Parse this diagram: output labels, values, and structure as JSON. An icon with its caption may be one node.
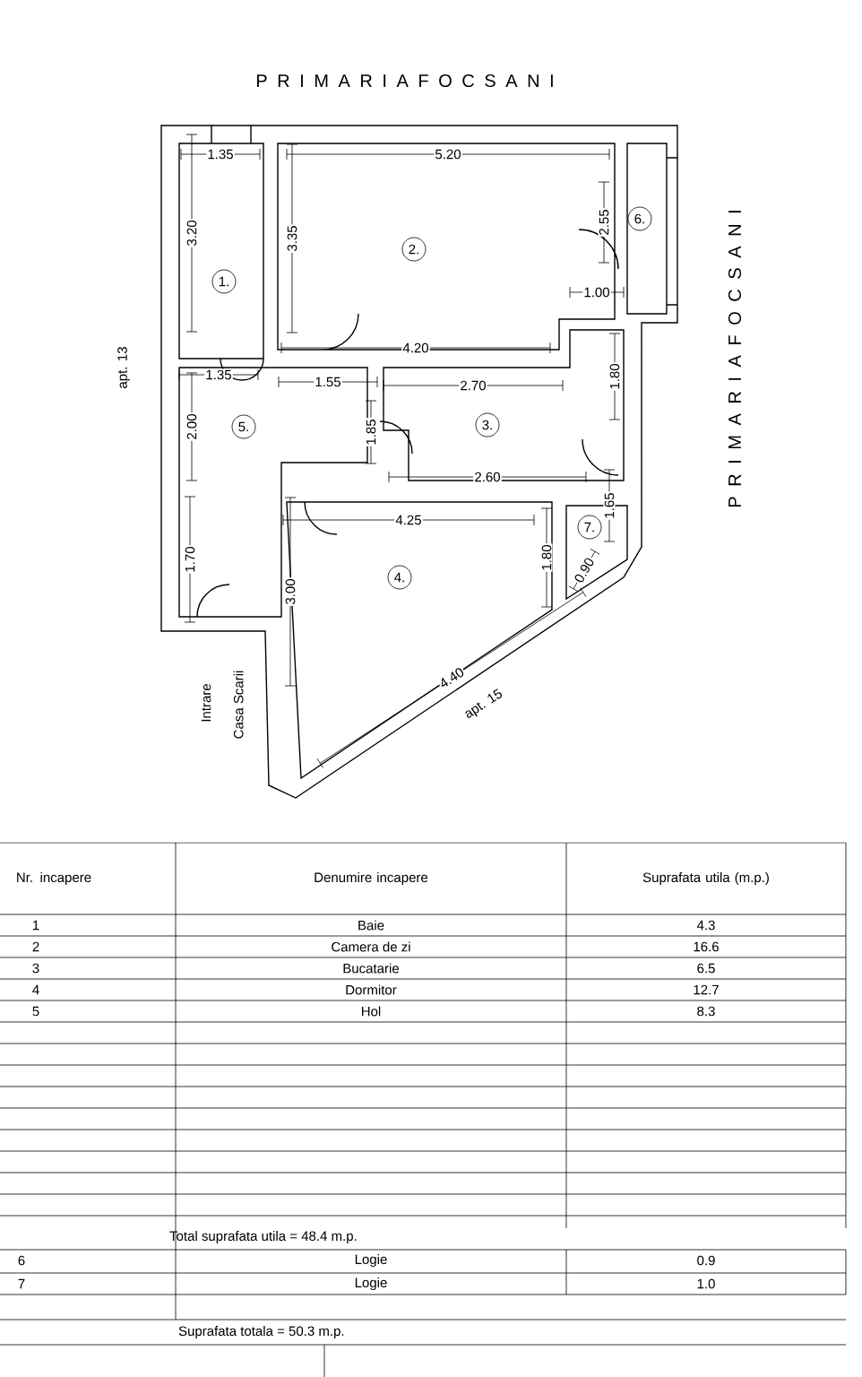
{
  "diagram": {
    "title": "P R I M A R I A F O C S A N I",
    "nodes": [
      {
        "text": [
          "1."
        ]
      },
      {
        "text": [
          "2."
        ]
      },
      {
        "text": [
          "6."
        ]
      },
      {
        "text": [
          "5."
        ]
      },
      {
        "text": [
          "3."
        ]
      },
      {
        "text": [
          "7."
        ]
      },
      {
        "text": [
          "4."
        ]
      }
    ],
    "labels": [
      "1.35",
      "5.20",
      "3.20",
      "3.35",
      "2.55",
      "1.00",
      "4.20",
      "1.35",
      "1.55",
      "2.70",
      "1.80",
      "2.00",
      "1.85",
      "2.60",
      "4.25",
      "1.65",
      "1.80",
      "0.90",
      "3.00",
      "1.70",
      "4.40",
      "apt. 13",
      "Intrare",
      "Casa Scarii",
      "apt. 15",
      "P R I M A R I A F O C S A N I",
      "Nr. incapere",
      "Denumire incapere",
      "Suprafata utila (m.p.)",
      "1",
      "Baie",
      "4.3",
      "2",
      "Camera de zi",
      "16.6",
      "3",
      "Bucatarie",
      "6.5",
      "4",
      "Dormitor",
      "12.7",
      "5",
      "Hol",
      "8.3",
      "Total suprafata utila = 48.4 m.p.",
      "6",
      "Logie",
      "0.9",
      "7",
      "Logie",
      "1.0",
      "Suprafata totala = 50.3 m.p."
    ]
  }
}
